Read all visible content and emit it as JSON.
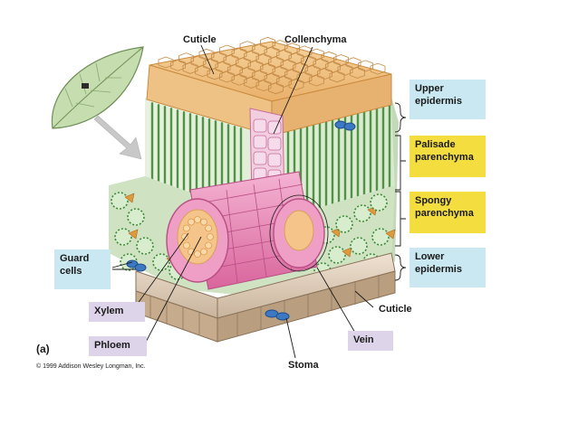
{
  "figure_letter": "(a)",
  "copyright": "© 1999 Addison Wesley Longman, Inc.",
  "labels": {
    "cuticle_top": "Cuticle",
    "collenchyma": "Collenchyma",
    "cuticle_bottom": "Cuticle",
    "stoma": "Stoma"
  },
  "boxes": {
    "upper_epidermis": [
      "Upper",
      "epidermis"
    ],
    "palisade": [
      "Palisade",
      "parenchyma"
    ],
    "spongy": [
      "Spongy",
      "parenchyma"
    ],
    "lower_epidermis": [
      "Lower",
      "epidermis"
    ],
    "guard_cells": [
      "Guard",
      "cells"
    ],
    "xylem": "Xylem",
    "phloem": "Phloem",
    "vein": "Vein"
  },
  "colors": {
    "blue_box": "#c9e8f2",
    "yellow_box": "#f3dd3f",
    "purple_box": "#ded4ea",
    "epidermis_tan": "#f2c487",
    "palisade_green": "#3f8b3a",
    "vein_pink": "#e47fb0",
    "spongy_orange": "#e09a3c"
  }
}
